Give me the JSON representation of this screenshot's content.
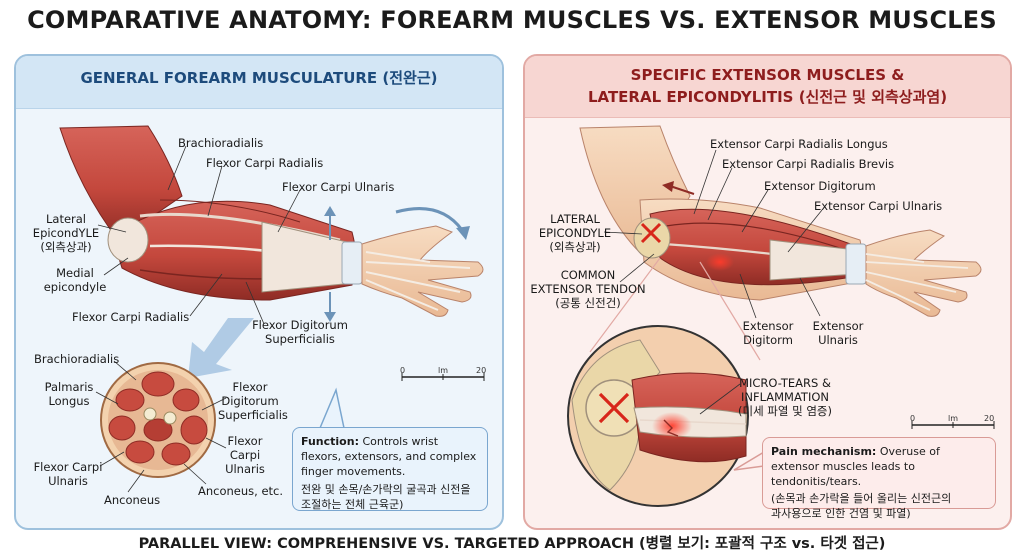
{
  "title": "COMPARATIVE ANATOMY: FOREARM MUSCLES VS. EXTENSOR MUSCLES",
  "footer": "PARALLEL VIEW: COMPREHENSIVE VS. TARGETED APPROACH (병렬 보기: 포괄적 구조 vs. 타겟 접근)",
  "left_panel": {
    "title": "GENERAL FOREARM MUSCULATURE (전완근)",
    "labels": {
      "brachioradialis": "Brachioradialis",
      "flexor_carpi_radialis_top": "Flexor Carpi Radialis",
      "flexor_carpi_ulnaris": "Flexor Carpi Ulnaris",
      "lateral_epicondyle_1": "Lateral",
      "lateral_epicondyle_2": "EpicondYLE",
      "lateral_epicondyle_3": "(외측상과)",
      "medial_epicondyle_1": "Medial",
      "medial_epicondyle_2": "epicondyle",
      "flexor_carpi_radialis_bottom": "Flexor Carpi Radialis",
      "flexor_digitorum_1": "Flexor Digitorum",
      "flexor_digitorum_2": "Superficialis"
    },
    "cross_section": {
      "brachioradialis": "Brachioradialis",
      "palmaris_1": "Palmaris",
      "palmaris_2": "Longus",
      "fcu_1": "Flexor Carpi",
      "fcu_2": "Ulnaris",
      "anconeus": "Anconeus",
      "fds_1": "Flexor",
      "fds_2": "Digitorum",
      "fds_3": "Superficialis",
      "fcu_r_1": "Flexor",
      "fcu_r_2": "Carpi",
      "fcu_r_3": "Ulnaris",
      "anconeus_etc": "Anconeus, etc."
    },
    "scale": {
      "start": "0",
      "mid": "lm",
      "end": "20"
    },
    "function_box": {
      "label": "Function:",
      "text_en": " Controls wrist flexors, extensors, and complex finger movements.",
      "text_ko_1": "전완 및 손목/손가락의 굴곡과 신전을",
      "text_ko_2": "조절하는 전체 근육군)"
    }
  },
  "right_panel": {
    "title_1": "SPECIFIC EXTENSOR MUSCLES &",
    "title_2": "LATERAL EPICONDYLITIS (신전근 및 외측상과염)",
    "labels": {
      "ecrl": "Extensor Carpi Radialis Longus",
      "ecrb": "Extensor Carpi Radialis Brevis",
      "ed": "Extensor Digitorum",
      "ecu": "Extensor Carpi Ulnaris",
      "lat_epi_1": "LATERAL",
      "lat_epi_2": "EPICONDYLE",
      "lat_epi_3": "(외측상과)",
      "common_1": "COMMON",
      "common_2": "EXTENSOR TENDON",
      "common_3": "(공통 신전건)",
      "ext_digit_1": "Extensor",
      "ext_digit_2": "Digitorm",
      "ext_uln_1": "Extensor",
      "ext_uln_2": "Ulnaris",
      "micro_1": "MICRO-TEARS &",
      "micro_2": "INFLAMMATION",
      "micro_3": "(미세 파열 및 염증)"
    },
    "scale": {
      "start": "0",
      "mid": "lm",
      "end": "20"
    },
    "pain_box": {
      "label": "Pain mechanism:",
      "text_en": " Overuse of extensor muscles leads to tendonitis/tears.",
      "text_ko_1": "(손목과 손가락을 들어 올리는 신전근의",
      "text_ko_2": "과사용으로 인한 건염 및 파열)"
    }
  },
  "colors": {
    "muscle": "#c4483d",
    "muscle_dark": "#8f2c25",
    "tendon": "#f1e6dc",
    "skin": "#f3cfae",
    "bone": "#ead7a8",
    "left_border": "#9ec1dd",
    "right_border": "#e2a9a4",
    "inflammation": "#e23a2e"
  }
}
